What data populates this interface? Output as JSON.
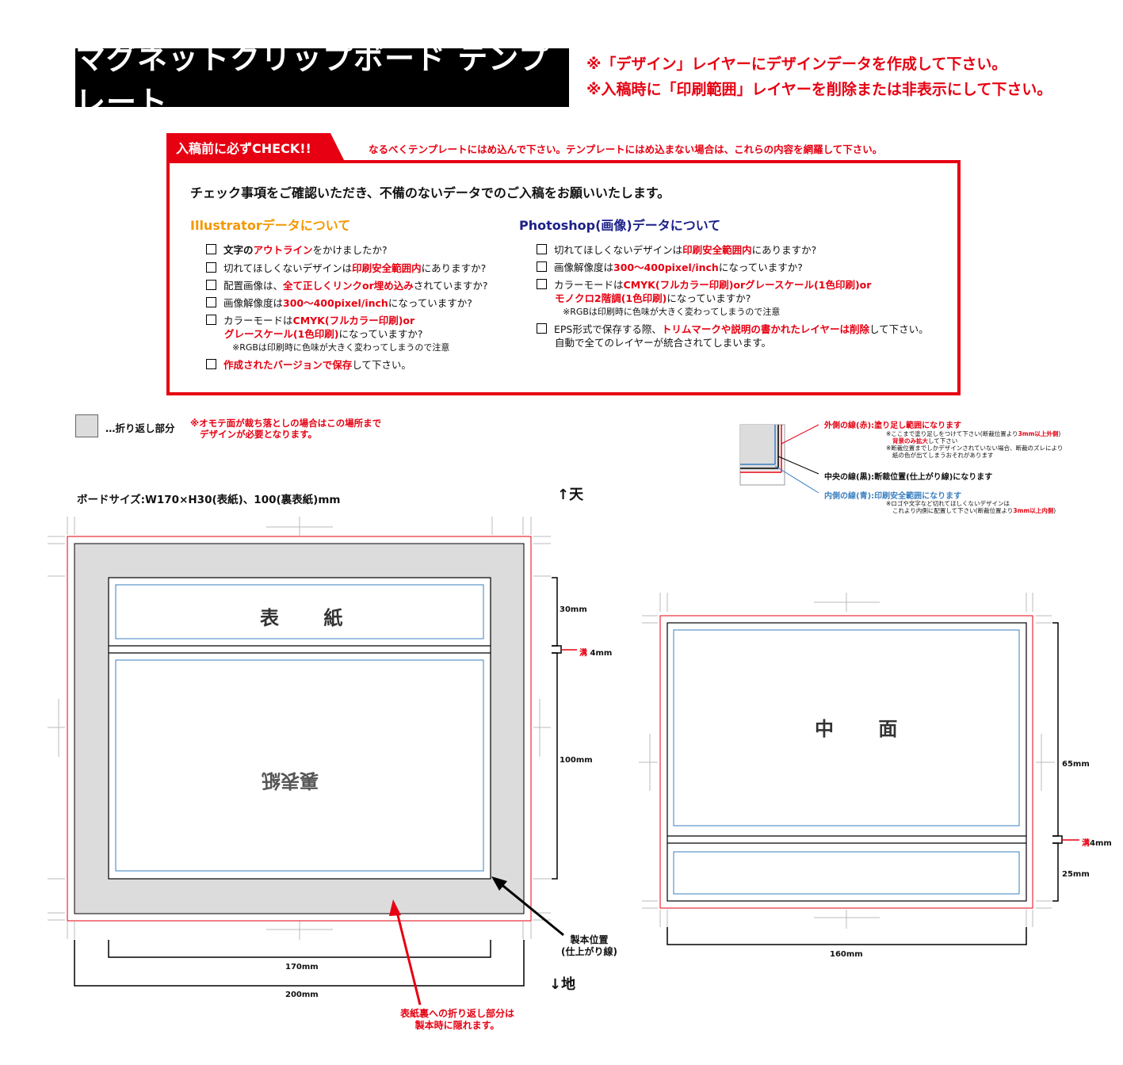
{
  "header": {
    "title": "マグネットクリップボード テンプレート",
    "notice1": "※「デザイン」レイヤーにデザインデータを作成して下さい。",
    "notice2": "※入稿時に「印刷範囲」レイヤーを削除または非表示にして下さい。"
  },
  "check": {
    "tab_label": "入稿前に必ずCHECK!!",
    "note": "なるべくテンプレートにはめ込んで下さい。テンプレートにはめ込まない場合は、これらの内容を網羅して下さい。",
    "lead": "チェック事項をご確認いただき、不備のないデータでのご入稿をお願いいたします。",
    "illustrator": {
      "heading": "Illustratorデータについて",
      "i1": [
        "文字の",
        "アウトライン",
        "をかけましたか?"
      ],
      "i2": [
        "切れてほしくないデザインは",
        "印刷安全範囲内",
        "にありますか?"
      ],
      "i3": [
        "配置画像は、",
        "全て正しくリンクor埋め込み",
        "されていますか?"
      ],
      "i4": [
        "画像解像度は",
        "300～400pixel/inch",
        "になっていますか?"
      ],
      "i5a": [
        "カラーモードは",
        "CMYK(フルカラー印刷)or"
      ],
      "i5b": [
        "グレースケール(1色印刷)",
        "になっていますか?"
      ],
      "i5note": "※RGBは印刷時に色味が大きく変わってしまうので注意",
      "i6": [
        "作成されたバージョンで保存",
        "して下さい。"
      ]
    },
    "photoshop": {
      "heading": "Photoshop(画像)データについて",
      "p1": [
        "切れてほしくないデザインは",
        "印刷安全範囲内",
        "にありますか?"
      ],
      "p2": [
        "画像解像度は",
        "300～400pixel/inch",
        "になっていますか?"
      ],
      "p3a": [
        "カラーモードは",
        "CMYK(フルカラー印刷)orグレースケール(1色印刷)or"
      ],
      "p3b": [
        "モノクロ2階調(1色印刷)",
        "になっていますか?"
      ],
      "p3note": "※RGBは印刷時に色味が大きく変わってしまうので注意",
      "p4a": [
        "EPS形式で保存する際、",
        "トリムマークや説明の書かれたレイヤーは削除",
        "して下さい。"
      ],
      "p4b": "自動で全てのレイヤーが統合されてしまいます。"
    }
  },
  "fold": {
    "label": "…折り返し部分",
    "note1": "※オモテ面が裁ち落としの場合はこの場所まで",
    "note2": "デザインが必要となります。"
  },
  "legend": {
    "outer_title": "外側の線(赤):塗り足し範囲になります",
    "outer_s1a": "※ここまで塗り足しをつけて下さい(断裁位置より",
    "outer_s1b": "3mm以上外側",
    "outer_s1c": ")",
    "outer_s2a": "背景のみ拡大",
    "outer_s2b": "して下さい",
    "outer_s3": "※断裁位置までしかデザインされていない場合、断裁のズレにより",
    "outer_s4": "紙の色が出てしまうおそれがあります",
    "middle_title": "中央の線(黒):断裁位置(仕上がり線)になります",
    "inner_title": "内側の線(青):印刷安全範囲になります",
    "inner_s1": "※ロゴや文字など切れてほしくないデザインは",
    "inner_s2a": "これより内側に配置して下さい(断裁位置より",
    "inner_s2b": "3mm以上内側",
    "inner_s2c": ")"
  },
  "board": {
    "size_label": "ボードサイズ:W170×H30(表紙)、100(裏表紙)mm",
    "top_label": "↑天",
    "bottom_label": "↓地",
    "front_label": "表 紙",
    "back_label": "裏表紙",
    "dim_30": "30mm",
    "dim_groove_a": "溝",
    "dim_groove_b": "4mm",
    "dim_100": "100mm",
    "dim_170": "170mm",
    "dim_200": "200mm",
    "binding_line1": "製本位置",
    "binding_line2": "(仕上がり線)",
    "fold_hidden1": "表紙裏への折り返し部分は",
    "fold_hidden2": "製本時に隠れます。"
  },
  "inner": {
    "label": "中 面",
    "dim_65": "65mm",
    "dim_groove_a": "溝",
    "dim_groove_b": "4mm",
    "dim_25": "25mm",
    "dim_160": "160mm"
  },
  "colors": {
    "accent_red": "#e60012",
    "safe_blue": "#3a7fc1",
    "fold_gray": "#dcdcdc",
    "title_black": "#000000",
    "photoshop_navy": "#1d2088",
    "illustrator_orange": "#f39800"
  }
}
